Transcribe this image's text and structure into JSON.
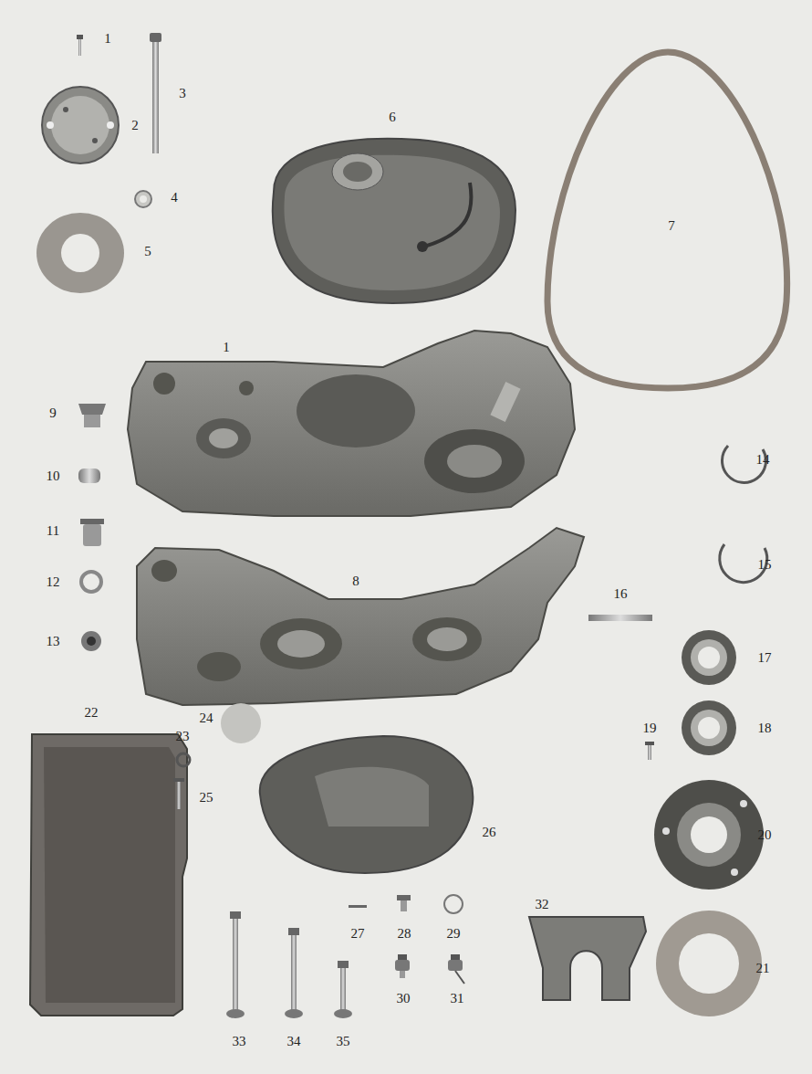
{
  "diagram": {
    "labels": [
      "1",
      "3",
      "2",
      "6",
      "7",
      "4",
      "5",
      "1",
      "9",
      "10",
      "14",
      "11",
      "15",
      "12",
      "8",
      "16",
      "13",
      "17",
      "19",
      "18",
      "22",
      "23",
      "24",
      "25",
      "26",
      "20",
      "27",
      "28",
      "29",
      "32",
      "21",
      "30",
      "31",
      "33",
      "34",
      "35"
    ]
  }
}
